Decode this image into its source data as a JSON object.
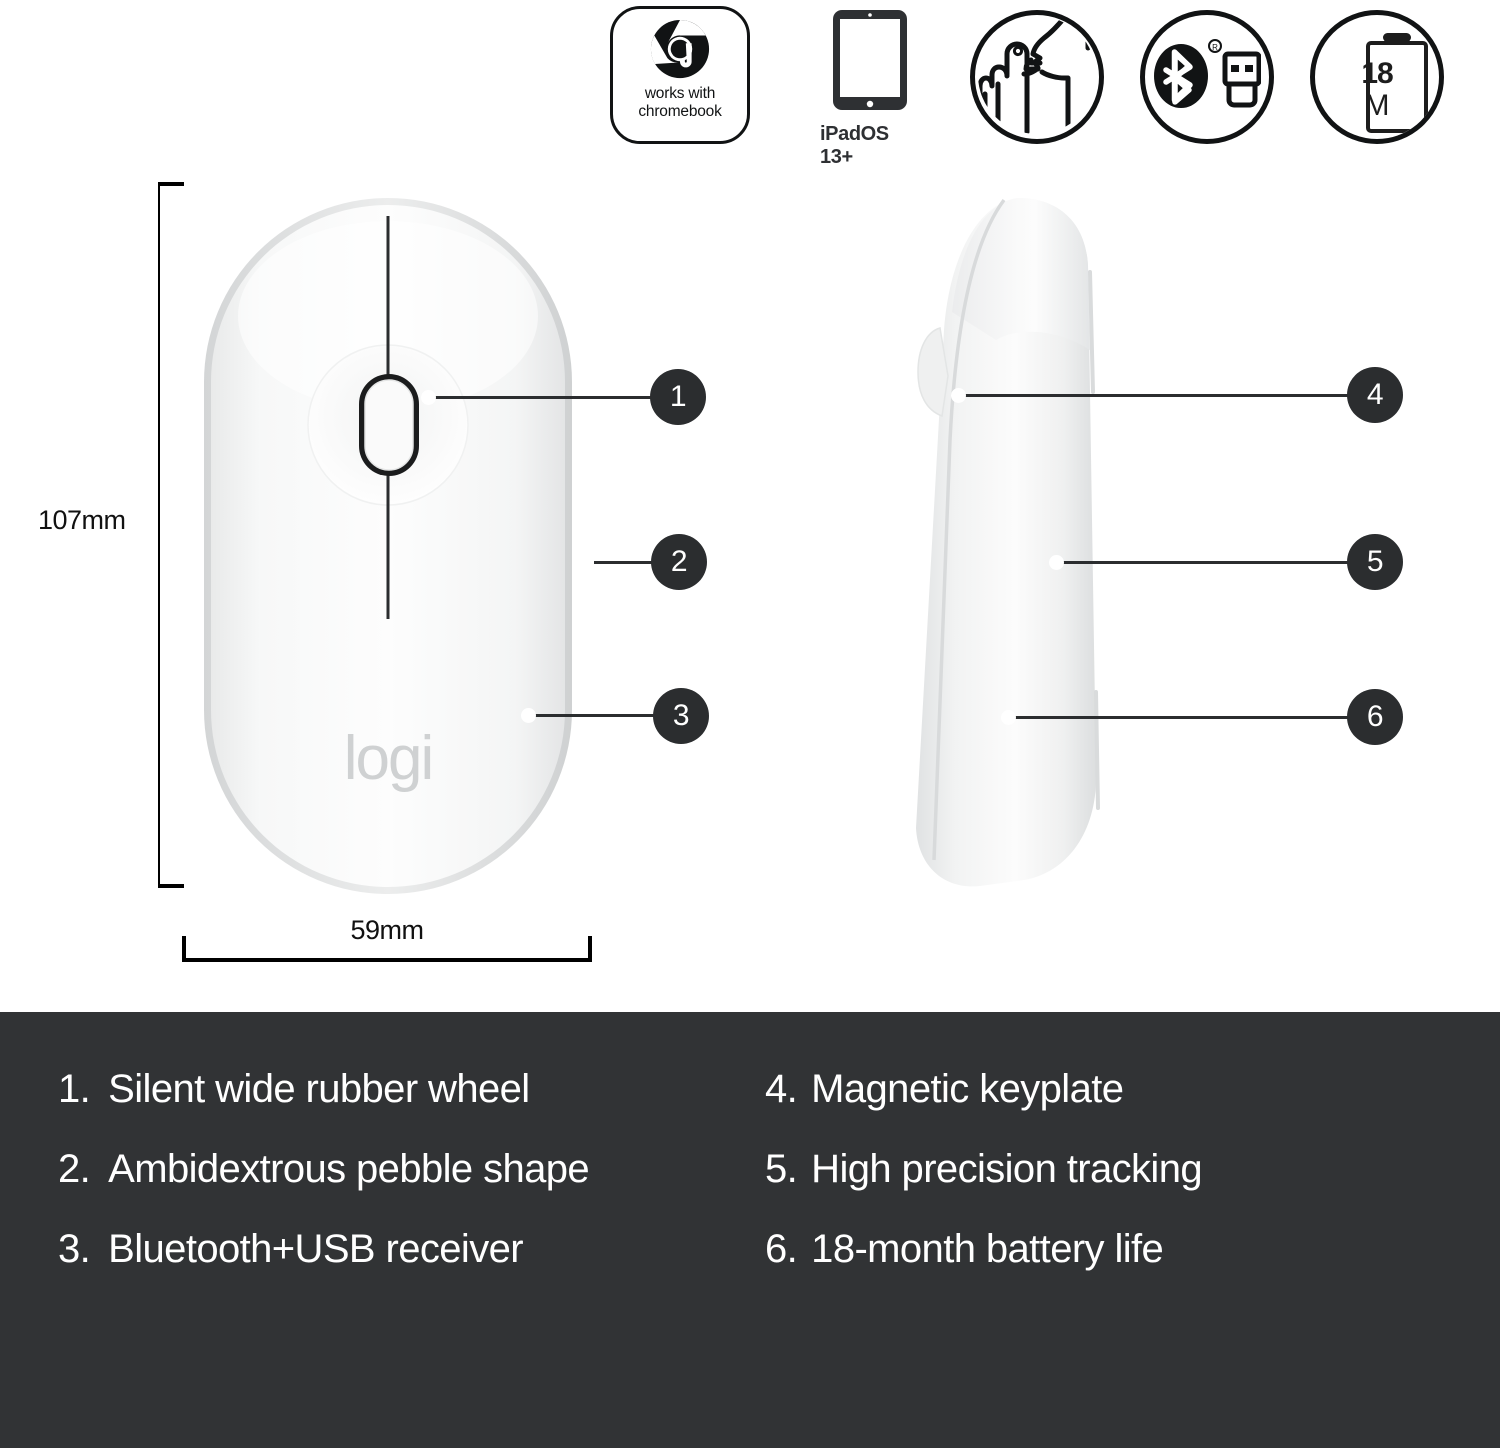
{
  "badges": [
    {
      "id": "works-with-chromebook",
      "icon": "chrome-logo-icon",
      "line1": "works with",
      "line2": "chromebook"
    },
    {
      "id": "ipados-compatibility",
      "icon": "ipad-tablet-icon",
      "label": "iPadOS 13+"
    },
    {
      "id": "silent-clicks",
      "icon": "silent-shush-face-icon",
      "label": ""
    },
    {
      "id": "bluetooth-usb-receiver",
      "icon": "bluetooth-and-usb-receiver-icon",
      "label": ""
    },
    {
      "id": "battery-life",
      "icon": "battery-icon",
      "value": "18",
      "unit": "M"
    }
  ],
  "dimensions": {
    "height_label": "107mm",
    "width_label": "59mm"
  },
  "product": {
    "brand_mark": "logi",
    "views": {
      "top": "mouse-top-view",
      "side": "mouse-side-view"
    }
  },
  "callouts": [
    {
      "number": "1",
      "view": "top"
    },
    {
      "number": "2",
      "view": "top"
    },
    {
      "number": "3",
      "view": "top"
    },
    {
      "number": "4",
      "view": "side"
    },
    {
      "number": "5",
      "view": "side"
    },
    {
      "number": "6",
      "view": "side"
    }
  ],
  "captions": {
    "left": [
      {
        "num": "1.",
        "text": "Silent wide rubber wheel"
      },
      {
        "num": "2.",
        "text": "Ambidextrous pebble shape"
      },
      {
        "num": "3.",
        "text": "Bluetooth+USB receiver"
      }
    ],
    "right": [
      {
        "num": "4.",
        "text": "Magnetic keyplate"
      },
      {
        "num": "5.",
        "text": "High precision tracking"
      },
      {
        "num": "6.",
        "text": "18-month battery life"
      }
    ]
  },
  "colors": {
    "panel_background": "#313335",
    "callout_fill": "#2b2d2f",
    "callout_text": "#ffffff",
    "page_background": "#ffffff",
    "ink": "#111314",
    "logo_gray": "#cfd1d2"
  }
}
